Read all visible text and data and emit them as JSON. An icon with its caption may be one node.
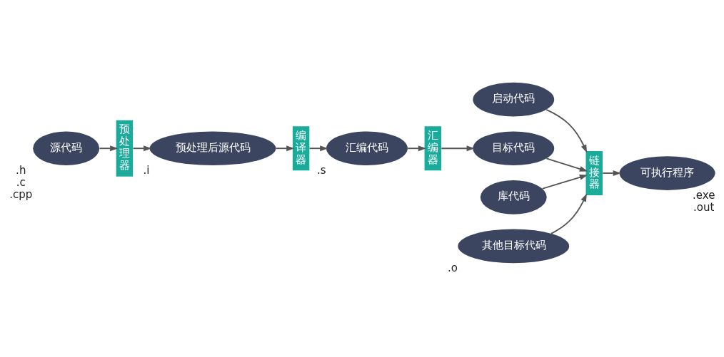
{
  "diagram": {
    "nodes": [
      {
        "text": [
          "源代码"
        ],
        "beside": [
          ".h",
          ".c",
          ".cpp"
        ]
      },
      {
        "text": [
          "预处理器"
        ]
      },
      {
        "text": [
          "预处理后源代码"
        ],
        "beside": [
          ".i"
        ]
      },
      {
        "text": [
          "编译器"
        ]
      },
      {
        "text": [
          "汇编代码"
        ],
        "beside": [
          ".s"
        ]
      },
      {
        "text": [
          "汇编器"
        ]
      },
      {
        "text": [
          "启动代码"
        ]
      },
      {
        "text": [
          "目标代码"
        ]
      },
      {
        "text": [
          "库代码"
        ]
      },
      {
        "text": [
          "其他目标代码"
        ],
        "beside": [
          ".o"
        ]
      },
      {
        "text": [
          "链接器"
        ]
      },
      {
        "text": [
          "可执行程序"
        ],
        "beside": [
          ".exe",
          ".out"
        ]
      }
    ],
    "edges": [
      {
        "from": 0,
        "to": 1,
        "arrow": "to"
      },
      {
        "from": 1,
        "to": 2,
        "arrow": "to"
      },
      {
        "from": 2,
        "to": 3,
        "arrow": "to"
      },
      {
        "from": 3,
        "to": 4,
        "arrow": "to"
      },
      {
        "from": 4,
        "to": 5,
        "arrow": "to"
      },
      {
        "from": 5,
        "to": 7,
        "arrow": "to"
      },
      {
        "from": 6,
        "to": 10,
        "arrow": "to"
      },
      {
        "from": 7,
        "to": 10,
        "arrow": "to"
      },
      {
        "from": 8,
        "to": 10,
        "arrow": "to"
      },
      {
        "from": 9,
        "to": 10,
        "arrow": "to"
      },
      {
        "from": 10,
        "to": 11,
        "arrow": "to"
      }
    ]
  }
}
